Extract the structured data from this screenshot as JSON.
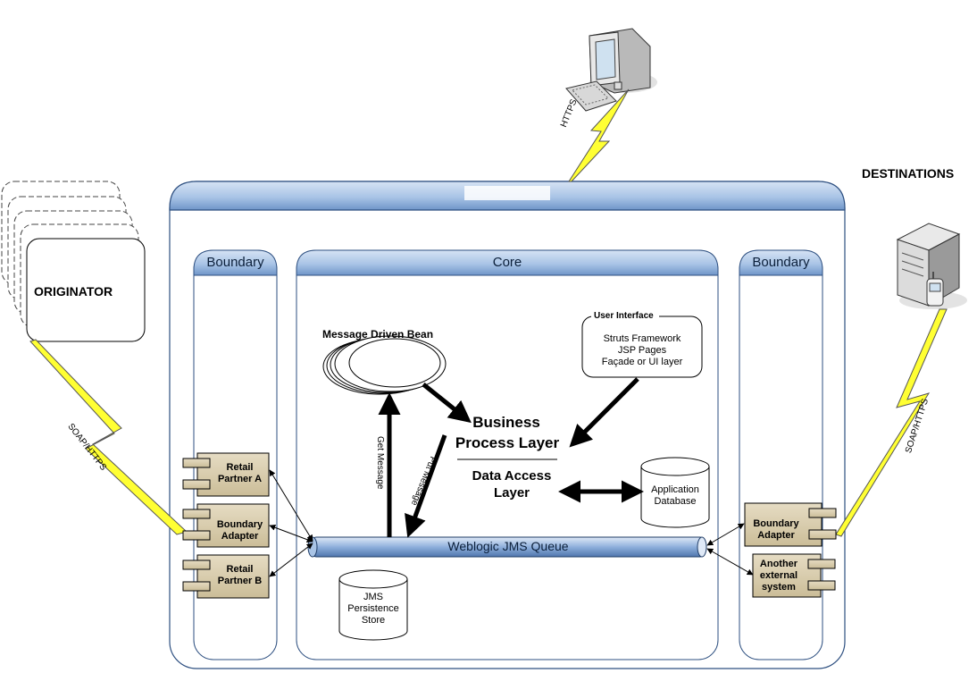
{
  "labels": {
    "originator": "ORIGINATOR",
    "destinations": "DESTINATIONS",
    "boundary_left": "Boundary",
    "core": "Core",
    "boundary_right": "Boundary",
    "https": "HTTPS",
    "soap_left": "SOAP/HTTPS",
    "soap_right": "SOAP/HTTPS",
    "mdb": "Message Driven Bean",
    "ui_title": "User Interface",
    "ui_line1": "Struts Framework",
    "ui_line2": "JSP Pages",
    "ui_line3": "Façade or UI layer",
    "bpl_line1": "Business",
    "bpl_line2": "Process Layer",
    "dal_line1": "Data Access",
    "dal_line2": "Layer",
    "app_db_line1": "Application",
    "app_db_line2": "Database",
    "queue": "Weblogic JMS Queue",
    "get_message": "Get Message",
    "put_message": "Put Message",
    "jms_line1": "JMS",
    "jms_line2": "Persistence",
    "jms_line3": "Store",
    "retail_a_line1": "Retail",
    "retail_a_line2": "Partner A",
    "adapter_left_line1": "Boundary",
    "adapter_left_line2": "Adapter",
    "retail_b_line1": "Retail",
    "retail_b_line2": "Partner B",
    "adapter_right_line1": "Boundary",
    "adapter_right_line2": "Adapter",
    "external_line1": "Another",
    "external_line2": "external",
    "external_line3": "system"
  },
  "icons": {
    "computer": "desktop-computer-icon",
    "server": "server-with-phone-icon",
    "lightning": "lightning-bolt-icon",
    "component": "uml-component-icon"
  },
  "colors": {
    "header_blue": "#a9c4e6",
    "header_blue_dark": "#6f95c8",
    "component_fill": "#d6ccb0",
    "bolt_yellow": "#ffff33",
    "queue_blue": "#8fb0dc"
  }
}
